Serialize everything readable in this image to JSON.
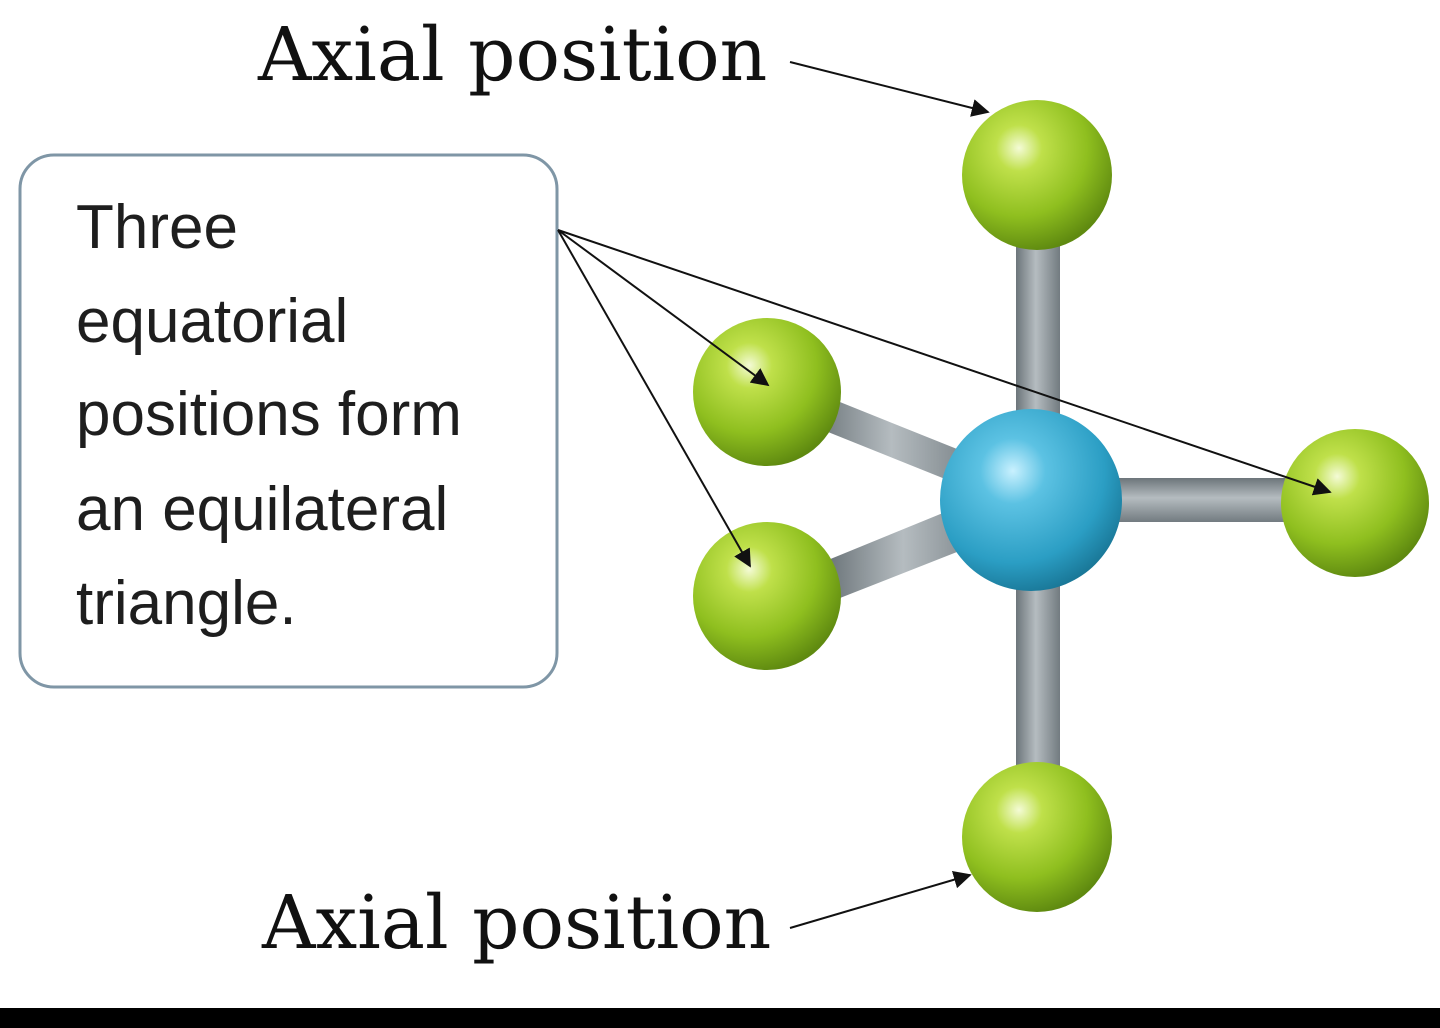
{
  "labels": {
    "axial_top": "Axial position",
    "axial_bottom": "Axial position"
  },
  "callout": {
    "lines": [
      "Three",
      "equatorial",
      "positions form",
      "an equilateral",
      "triangle."
    ]
  },
  "atoms": {
    "central_color": "#2b9ec4",
    "ligand_color": "#8fbf1f",
    "bond_color": "#8a9398"
  }
}
